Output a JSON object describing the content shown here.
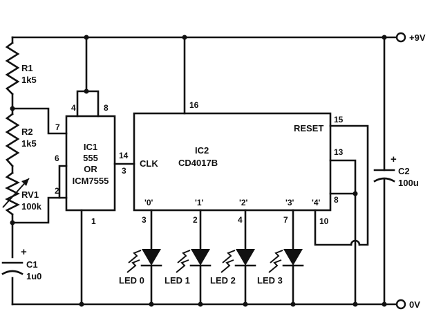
{
  "rails": {
    "supply_label": "+9V",
    "ground_label": "0V"
  },
  "components": {
    "r1": {
      "name": "R1",
      "value": "1k5"
    },
    "r2": {
      "name": "R2",
      "value": "1k5"
    },
    "rv1": {
      "name": "RV1",
      "value": "100k"
    },
    "c1": {
      "name": "C1",
      "value": "1u0",
      "polarity": "+"
    },
    "c2": {
      "name": "C2",
      "value": "100u",
      "polarity": "+"
    }
  },
  "ic1": {
    "lines": [
      "IC1",
      "555",
      "OR",
      "ICM7555"
    ],
    "pins": {
      "p4": "4",
      "p8": "8",
      "p7": "7",
      "p6": "6",
      "p2": "2",
      "p1": "1",
      "p14": "14",
      "p3": "3"
    }
  },
  "ic2": {
    "lines": [
      "IC2",
      "CD4017B"
    ],
    "clk_label": "CLK",
    "reset_label": "RESET",
    "pins": {
      "p16": "16",
      "p15": "15",
      "p13": "13",
      "p8": "8",
      "p10": "10",
      "p3": "3",
      "p2": "2",
      "p4": "4",
      "p7": "7"
    },
    "outputs": [
      "'0'",
      "'1'",
      "'2'",
      "'3'",
      "'4'"
    ]
  },
  "leds": [
    {
      "label": "LED 0",
      "pin": "3"
    },
    {
      "label": "LED 1",
      "pin": "2"
    },
    {
      "label": "LED 2",
      "pin": "4"
    },
    {
      "label": "LED 3",
      "pin": "7"
    }
  ]
}
